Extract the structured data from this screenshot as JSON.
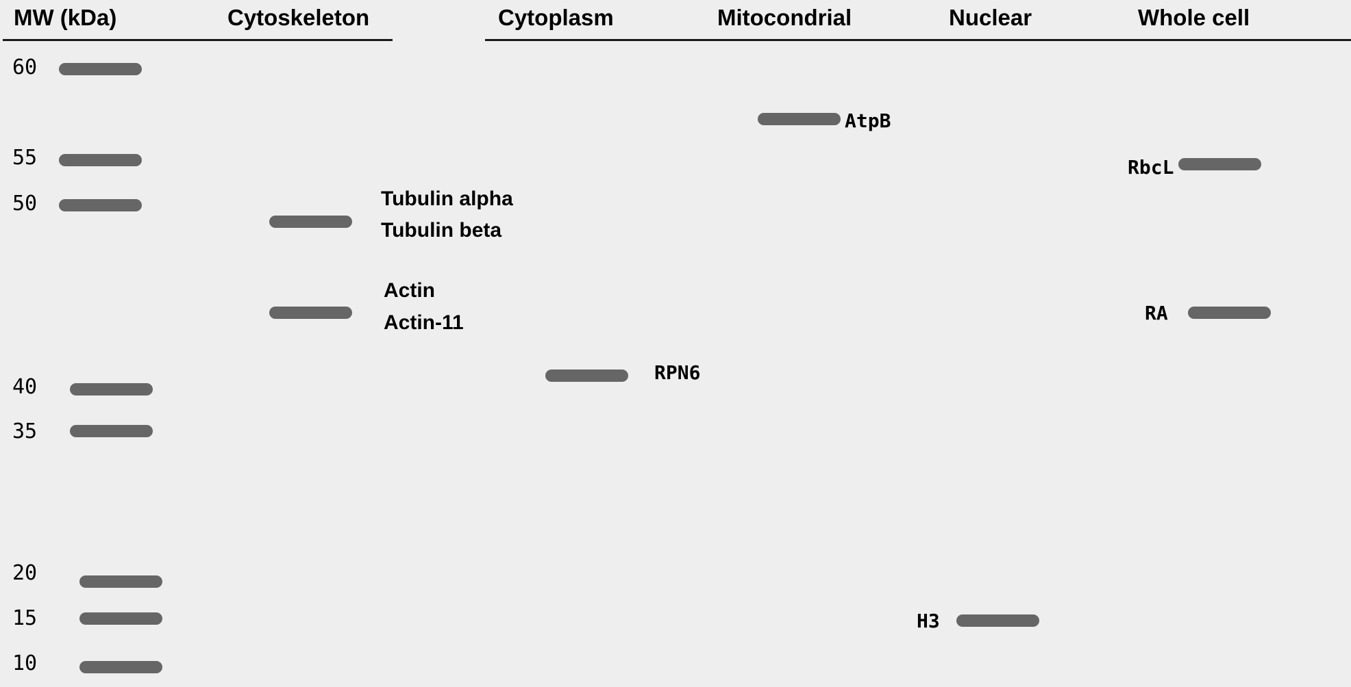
{
  "headers": {
    "mw": "MW (kDa)",
    "cytoskeleton": "Cytoskeleton",
    "cytoplasm": "Cytoplasm",
    "mitocondrial": "Mitocondrial",
    "nuclear": "Nuclear",
    "whole_cell": "Whole cell"
  },
  "ladder": {
    "ticks": [
      "60",
      "55",
      "50",
      "40",
      "35",
      "20",
      "15",
      "10"
    ]
  },
  "bands": {
    "tubulin": {
      "label_1": "Tubulin alpha",
      "label_2": "Tubulin beta"
    },
    "actin": {
      "label_1": "Actin",
      "label_2": "Actin-11"
    },
    "rpn6": {
      "label": "RPN6"
    },
    "atpb": {
      "label": "AtpB"
    },
    "h3": {
      "label": "H3"
    },
    "rbcl": {
      "label": "RbcL"
    },
    "ra": {
      "label": "RA"
    }
  },
  "colors": {
    "background": "#eeeeee",
    "band": "#666666",
    "rule": "#1a1a1a"
  }
}
